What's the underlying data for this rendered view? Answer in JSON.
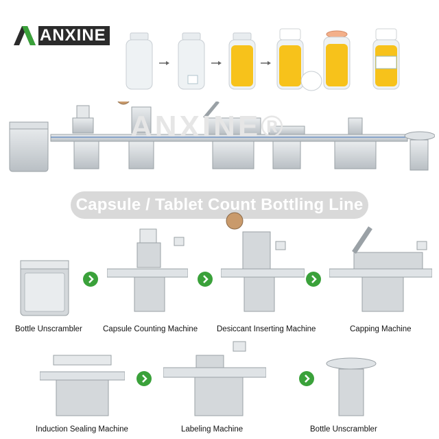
{
  "brand": {
    "name": "ANXINE"
  },
  "title": "Capsule / Tablet Count Bottling Line",
  "watermark": "ANXINE®",
  "machines": [
    {
      "label": "Bottle Unscrambler"
    },
    {
      "label": "Capsule Counting Machine"
    },
    {
      "label": "Desiccant Inserting Machine"
    },
    {
      "label": "Capping Machine"
    },
    {
      "label": "Induction Sealing Machine"
    },
    {
      "label": "Labeling Machine"
    },
    {
      "label": "Bottle Unscrambler"
    }
  ],
  "colors": {
    "brand_green": "#3aa13a",
    "brand_dark": "#2b2b2b",
    "steel": "#c9cdd1",
    "pill": "#d9d9d9"
  }
}
